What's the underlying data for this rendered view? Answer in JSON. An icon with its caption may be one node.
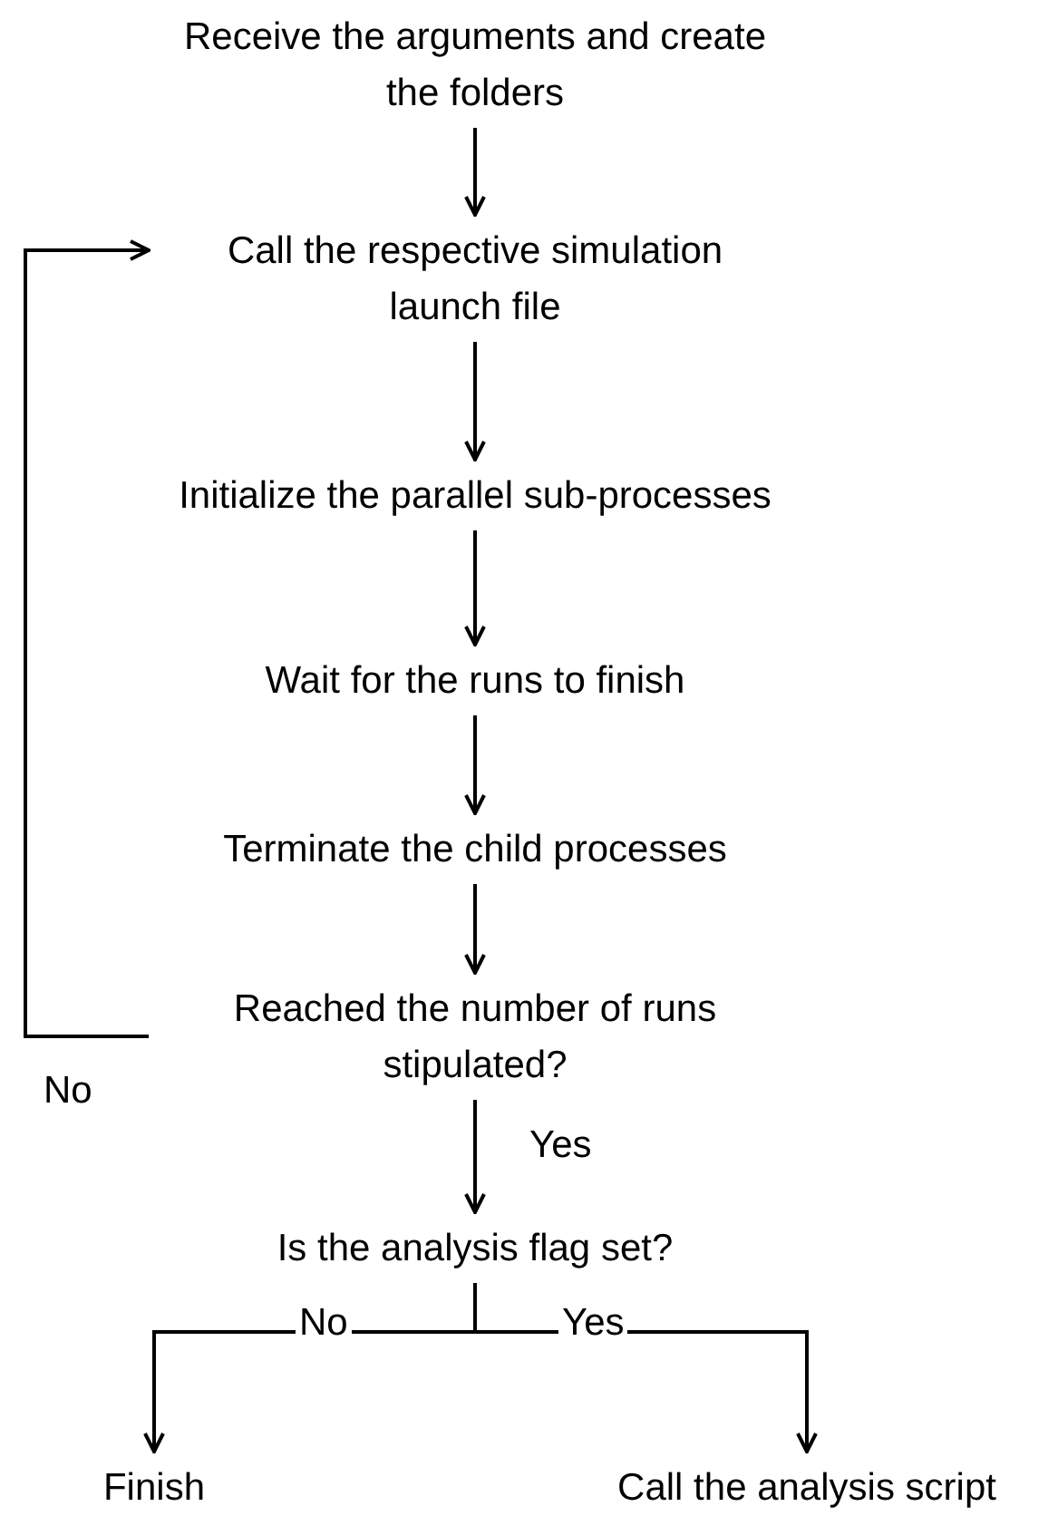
{
  "diagram": {
    "nodes": [
      {
        "text": [
          "Receive the arguments and create the folders"
        ]
      },
      {
        "text": [
          "Call the respective simulation launch file"
        ]
      },
      {
        "text": [
          "Initialize the parallel sub-processes"
        ]
      },
      {
        "text": [
          "Wait for the runs to finish"
        ]
      },
      {
        "text": [
          "Terminate the child processes"
        ]
      },
      {
        "text": [
          "Reached the number of runs stipulated?"
        ]
      },
      {
        "text": [
          "Is the analysis flag set?"
        ]
      },
      {
        "text": [
          "Finish"
        ]
      },
      {
        "text": [
          "Call the analysis script"
        ]
      }
    ],
    "edges": [
      {
        "from": 0,
        "to": 1,
        "arrow": "to"
      },
      {
        "from": 1,
        "to": 2,
        "arrow": "to"
      },
      {
        "from": 2,
        "to": 3,
        "arrow": "to"
      },
      {
        "from": 3,
        "to": 4,
        "arrow": "to"
      },
      {
        "from": 4,
        "to": 5,
        "arrow": "to"
      },
      {
        "from": 5,
        "to": 1,
        "label": "No",
        "arrow": "to"
      },
      {
        "from": 5,
        "to": 6,
        "label": "Yes",
        "arrow": "to"
      },
      {
        "from": 6,
        "to": 7,
        "label": "No",
        "arrow": "to"
      },
      {
        "from": 6,
        "to": 8,
        "label": "Yes",
        "arrow": "to"
      }
    ]
  }
}
